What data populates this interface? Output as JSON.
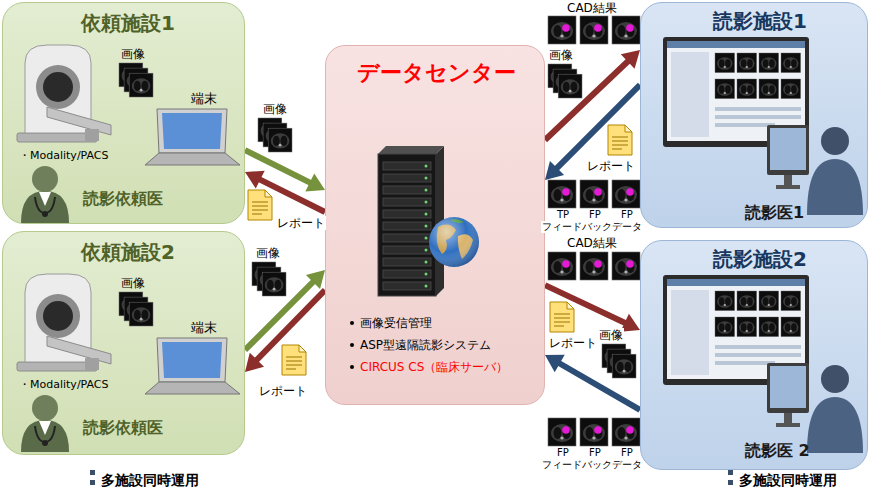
{
  "diagram": {
    "nodes": [
      {
        "text": [
          "依頼施設1",
          "画像",
          "端末",
          "・Modality/PACS",
          "読影依頼医"
        ]
      },
      {
        "text": [
          "依頼施設2",
          "画像",
          "端末",
          "・Modality/PACS",
          "読影依頼医"
        ]
      },
      {
        "text": [
          "データセンター",
          "画像受信管理",
          "ASP型遠隔読影システム",
          "CIRCUS CS（臨床サーバ）"
        ]
      },
      {
        "text": [
          "読影施設1",
          "読影医1"
        ]
      },
      {
        "text": [
          "読影施設2",
          "読影医 2"
        ]
      }
    ],
    "edges": [
      {
        "from": 0,
        "to": 2,
        "arrow": "to"
      },
      {
        "from": 2,
        "to": 0,
        "arrow": "to"
      },
      {
        "from": 1,
        "to": 2,
        "arrow": "to"
      },
      {
        "from": 2,
        "to": 1,
        "arrow": "to"
      },
      {
        "from": 2,
        "to": 3,
        "arrow": "to"
      },
      {
        "from": 3,
        "to": 2,
        "arrow": "to"
      },
      {
        "from": 2,
        "to": 4,
        "arrow": "to"
      },
      {
        "from": 4,
        "to": 2,
        "arrow": "to"
      }
    ],
    "labels": [
      "画像",
      "レポート",
      "画像",
      "レポート",
      "CAD結果",
      "画像",
      "レポート",
      "TP",
      "FP",
      "FP",
      "フィードバックデータ",
      "CAD結果",
      "レポート",
      "画像",
      "FP",
      "FP",
      "FP",
      "フィードバックデータ",
      "多施設同時運用",
      "多施設同時運用"
    ]
  }
}
